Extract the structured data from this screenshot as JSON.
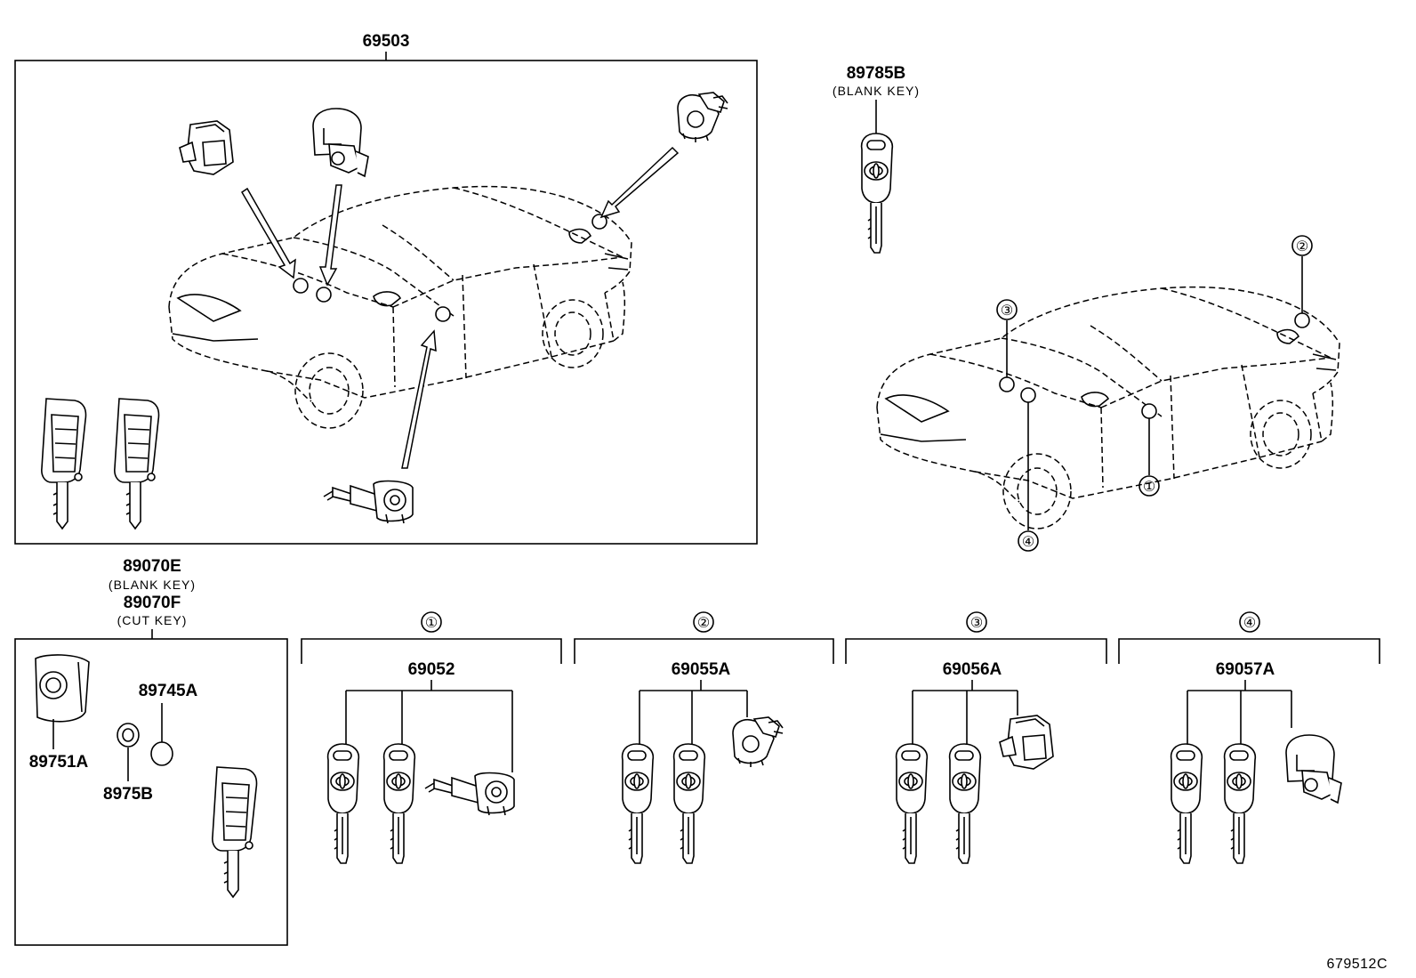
{
  "labels": {
    "lock_set": "69503",
    "blank_key_top": "89785B",
    "blank_key_top_note": "(BLANK KEY)",
    "transmitter_blank": "89070E",
    "transmitter_blank_note": "(BLANK KEY)",
    "transmitter_cut": "89070F",
    "transmitter_cut_note": "(CUT KEY)",
    "battery": "89745A",
    "case": "89751A",
    "cover": "8975B",
    "drawing_id": "679512C"
  },
  "callouts": [
    "①",
    "②",
    "③",
    "④"
  ],
  "location_markers": [
    "②",
    "③",
    "①",
    "④"
  ],
  "groups": [
    {
      "marker": "①",
      "part_no": "69052"
    },
    {
      "marker": "②",
      "part_no": "69055A"
    },
    {
      "marker": "③",
      "part_no": "69056A"
    },
    {
      "marker": "④",
      "part_no": "69057A"
    }
  ],
  "icons": [
    "car-outline-icon",
    "key-icon",
    "remote-key-icon",
    "lock-cylinder-icon",
    "ignition-switch-icon",
    "battery-icon",
    "arrow-icon"
  ]
}
